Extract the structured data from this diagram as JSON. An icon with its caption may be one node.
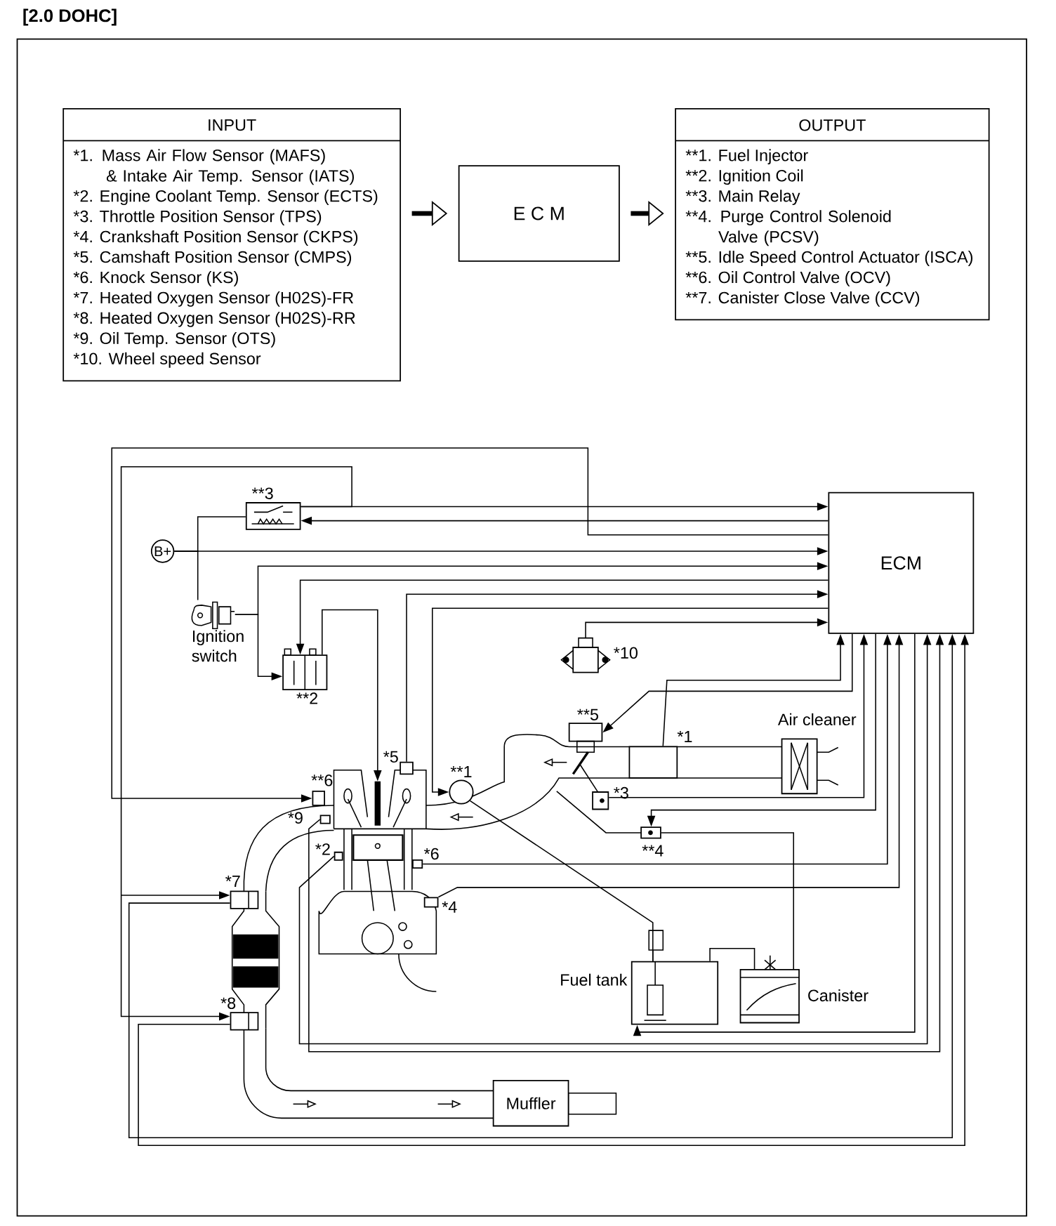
{
  "diagram": {
    "title": "[2.0 DOHC]",
    "nodes": [
      {
        "text": [
          "INPUT",
          "*1. Mass Air Flow Sensor (MAFS) & Intake Air Temp. Sensor (IATS)",
          "*2. Engine Coolant Temp. Sensor (ECTS)",
          "*3. Throttle Position Sensor (TPS)",
          "*4. Crankshaft Position Sensor (CKPS)",
          "*5. Camshaft Position Sensor (CMPS)",
          "*6. Knock Sensor (KS)",
          "*7. Heated Oxygen Sensor (H02S)-FR",
          "*8. Heated Oxygen Sensor (H02S)-RR",
          "*9. Oil Temp. Sensor (OTS)",
          "*10. Wheel speed Sensor"
        ]
      },
      {
        "text": [
          "E C M"
        ]
      },
      {
        "text": [
          "OUTPUT",
          "**1. Fuel Injector",
          "**2. Ignition Coil",
          "**3. Main Relay",
          "**4. Purge Control Solenoid Valve (PCSV)",
          "**5. Idle Speed Control Actuator (ISCA)",
          "**6. Oil Control Valve (OCV)",
          "**7. Canister Close Valve (CCV)"
        ]
      },
      {
        "text": [
          "ECM"
        ]
      },
      {
        "text": [
          "**3"
        ]
      },
      {
        "text": [
          "B+"
        ]
      },
      {
        "text": [
          "Ignition switch"
        ]
      },
      {
        "text": [
          "**2"
        ]
      },
      {
        "text": [
          "*10"
        ]
      },
      {
        "text": [
          "**5"
        ]
      },
      {
        "text": [
          "*1"
        ]
      },
      {
        "text": [
          "Air cleaner"
        ]
      },
      {
        "text": [
          "*3"
        ]
      },
      {
        "text": [
          "**4"
        ]
      },
      {
        "text": [
          "**1"
        ]
      },
      {
        "text": [
          "*5"
        ]
      },
      {
        "text": [
          "**6"
        ]
      },
      {
        "text": [
          "*9"
        ]
      },
      {
        "text": [
          "*2"
        ]
      },
      {
        "text": [
          "*6"
        ]
      },
      {
        "text": [
          "*4"
        ]
      },
      {
        "text": [
          "*7"
        ]
      },
      {
        "text": [
          "*8"
        ]
      },
      {
        "text": [
          "Fuel tank"
        ]
      },
      {
        "text": [
          "Canister"
        ]
      },
      {
        "text": [
          "Muffler"
        ]
      },
      {
        "text": [],
        "shape": "bar"
      }
    ],
    "edges": [
      {
        "from": 0,
        "to": 1,
        "arrow": "to",
        "style": "thick"
      },
      {
        "from": 1,
        "to": 2,
        "arrow": "to",
        "style": "thick"
      },
      {
        "from": 4,
        "to": 3,
        "arrow": "to"
      },
      {
        "from": 3,
        "to": 4,
        "arrow": "to"
      },
      {
        "from": 5,
        "to": 3,
        "arrow": "to"
      },
      {
        "from": 6,
        "to": 3,
        "arrow": "to"
      },
      {
        "from": 6,
        "to": 7,
        "arrow": "to"
      },
      {
        "from": 3,
        "to": 7,
        "arrow": "to"
      },
      {
        "from": 15,
        "to": 3,
        "arrow": "to"
      },
      {
        "from": 3,
        "to": 14,
        "arrow": "to"
      },
      {
        "from": 8,
        "to": 3,
        "arrow": "to"
      },
      {
        "from": 10,
        "to": 3,
        "arrow": "to"
      },
      {
        "from": 3,
        "to": 9,
        "arrow": "to"
      },
      {
        "from": 12,
        "to": 3,
        "arrow": "to"
      },
      {
        "from": 3,
        "to": 13,
        "arrow": "to"
      },
      {
        "from": 19,
        "to": 3,
        "arrow": "to"
      },
      {
        "from": 20,
        "to": 3,
        "arrow": "to"
      },
      {
        "from": 3,
        "to": 23,
        "arrow": "to"
      },
      {
        "from": 18,
        "to": 3,
        "arrow": "to"
      },
      {
        "from": 17,
        "to": 3,
        "arrow": "to"
      },
      {
        "from": 21,
        "to": 3,
        "arrow": "to"
      },
      {
        "from": 22,
        "to": 3,
        "arrow": "to"
      },
      {
        "from": 4,
        "to": 21,
        "arrow": "to"
      },
      {
        "from": 4,
        "to": 22,
        "arrow": "to"
      },
      {
        "from": 3,
        "to": 16,
        "arrow": "to"
      },
      {
        "from": 7,
        "to": 26,
        "arrow": "to"
      },
      {
        "from": 5,
        "to": 6,
        "arrow": "none"
      },
      {
        "from": 5,
        "to": 4,
        "arrow": "none"
      },
      {
        "from": 13,
        "to": 24,
        "arrow": "none"
      },
      {
        "from": 23,
        "to": 24,
        "arrow": "none"
      },
      {
        "from": 14,
        "to": 23,
        "arrow": "none"
      }
    ]
  }
}
